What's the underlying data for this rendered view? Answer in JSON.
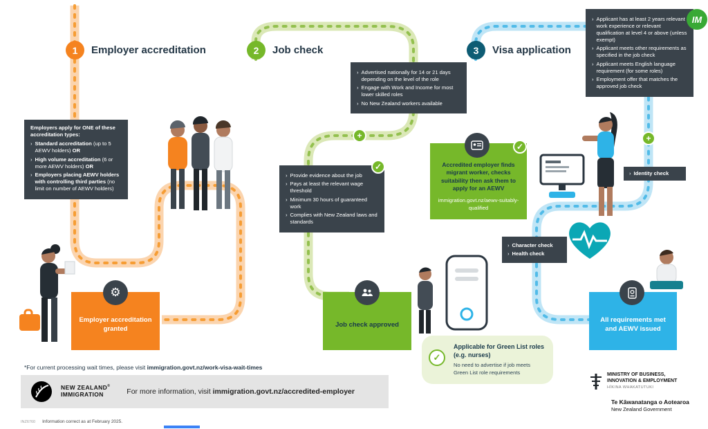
{
  "badge_logo": {
    "text": "IM"
  },
  "icons": {
    "bullet": "›",
    "check": "✓",
    "plus": "+",
    "gear": "⚙",
    "reg": "®"
  },
  "stages": [
    {
      "number": "1",
      "title": "Employer accreditation"
    },
    {
      "number": "2",
      "title": "Job check"
    },
    {
      "number": "3",
      "title": "Visa application"
    }
  ],
  "accreditation_box": {
    "intro_pre": "Employers apply for ",
    "intro_bold": "ONE",
    "intro_post": " of these accreditation types:",
    "items": [
      {
        "label": "Standard accreditation",
        "detail": "(up to 5 AEWV holders)",
        "suffix": "OR"
      },
      {
        "label": "High volume accreditation",
        "detail": "(6 or more AEWV holders)",
        "suffix": "OR"
      },
      {
        "label": "Employers placing AEWV holders with controlling third parties",
        "detail": "(no limit on number of AEWV holders)",
        "suffix": ""
      }
    ]
  },
  "advert_box": {
    "items": [
      "Advertised nationally for 14 or 21 days depending on the level of the role",
      "Engage with Work and Income for most lower skilled roles",
      "No New Zealand workers available"
    ]
  },
  "evidence_box": {
    "items": [
      "Provide evidence about the job",
      "Pays at least the relevant wage threshold",
      "Minimum 30 hours of guaranteed work",
      "Complies with New Zealand laws and standards"
    ]
  },
  "applicant_box": {
    "items": [
      "Applicant has at least 2 years relevant work experience or relevant qualification at level 4 or above (unless exempt)",
      "Applicant meets other requirements as specified in the job check",
      "Applicant meets English language requirement (for some roles)",
      "Employment offer that matches the approved job check"
    ]
  },
  "identity_box": {
    "label": "Identity check"
  },
  "checks_box": {
    "items": [
      "Character check",
      "Health check"
    ]
  },
  "employer_finds_box": {
    "text": "Accredited employer finds migrant worker, checks suitability then ask them to apply for an AEWV",
    "link": "immigration.govt.nz/aewv-suitably-qualified"
  },
  "result_boxes": {
    "accreditation": "Employer accreditation granted",
    "job_check": "Job check approved",
    "visa": "All requirements met and AEWV issued"
  },
  "green_list_note": {
    "title": "Applicable for Green List roles (e.g. nurses)",
    "body": "No need to advertise if job meets Green List role requirements"
  },
  "footnote": {
    "pre": "*For current processing wait times, please visit ",
    "link": "immigration.govt.nz/work-visa-wait-times"
  },
  "footer": {
    "logo_line1": "NEW ZEALAND",
    "logo_line2": "IMMIGRATION",
    "pre": "For more information, visit ",
    "link": "immigration.govt.nz/accredited-employer"
  },
  "mbie": {
    "line1": "MINISTRY OF BUSINESS,",
    "line2": "INNOVATION & EMPLOYMENT",
    "line3": "HĪKINA WHAKATUTUKI"
  },
  "govt": {
    "line1": "Te Kāwanatanga o Aotearoa",
    "line2": "New Zealand Government"
  },
  "meta_footer": {
    "code": "INZ6760",
    "note": "Information correct as at February 2025."
  },
  "colors": {
    "orange": "#f5831f",
    "green": "#76b82a",
    "blue": "#2eb3e7",
    "dark": "#3a434b",
    "stage3_circle": "#0e5c74"
  }
}
